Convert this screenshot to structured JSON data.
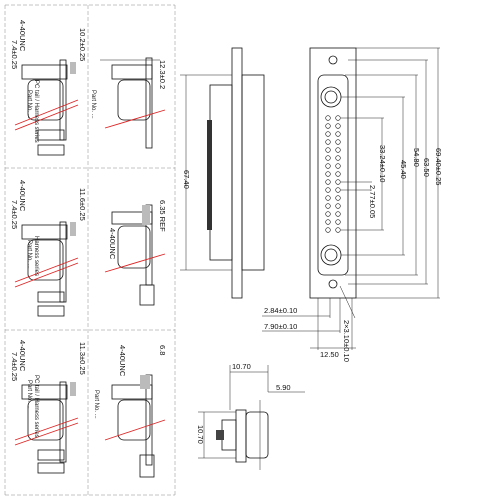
{
  "left_panels": [
    {
      "dim_a": "7.4±0.25",
      "thread": "4-40UNC",
      "dim_b": "10.2±0.25",
      "notes": [
        "Part No. ...",
        "PC tail / Harness series"
      ],
      "side_dim": "12.3±0.2"
    },
    {
      "dim_a": "7.4±0.25",
      "thread": "4-40UNC",
      "dim_b": "11.6±0.25",
      "notes": [
        "Part No. ...",
        "Harness series"
      ],
      "side_dim": "6.35 REF",
      "side_thread": "4-40UNC"
    },
    {
      "dim_a": "7.4±0.25",
      "thread": "4-40UNC",
      "dim_b": "11.3±0.25",
      "notes": [
        "Part No. ...",
        "PC tail / Harness series"
      ],
      "side_thread": "4-40UNC",
      "side_dim": "6.8"
    }
  ],
  "main_drawing": {
    "height_dim": "67.40",
    "dims_right": [
      "33.24±0.10",
      "45.40",
      "54.80",
      "63.50",
      "69.40±0.25"
    ],
    "pitch": "2.77±0.05",
    "bottom_dims": [
      "2.84±0.10",
      "7.90±0.10",
      "12.50"
    ],
    "pin_pitch": "2×3.10±0.10"
  },
  "small_view": {
    "dim_top": "10.70",
    "dim_right": "5.90",
    "dim_side": "10.70"
  }
}
